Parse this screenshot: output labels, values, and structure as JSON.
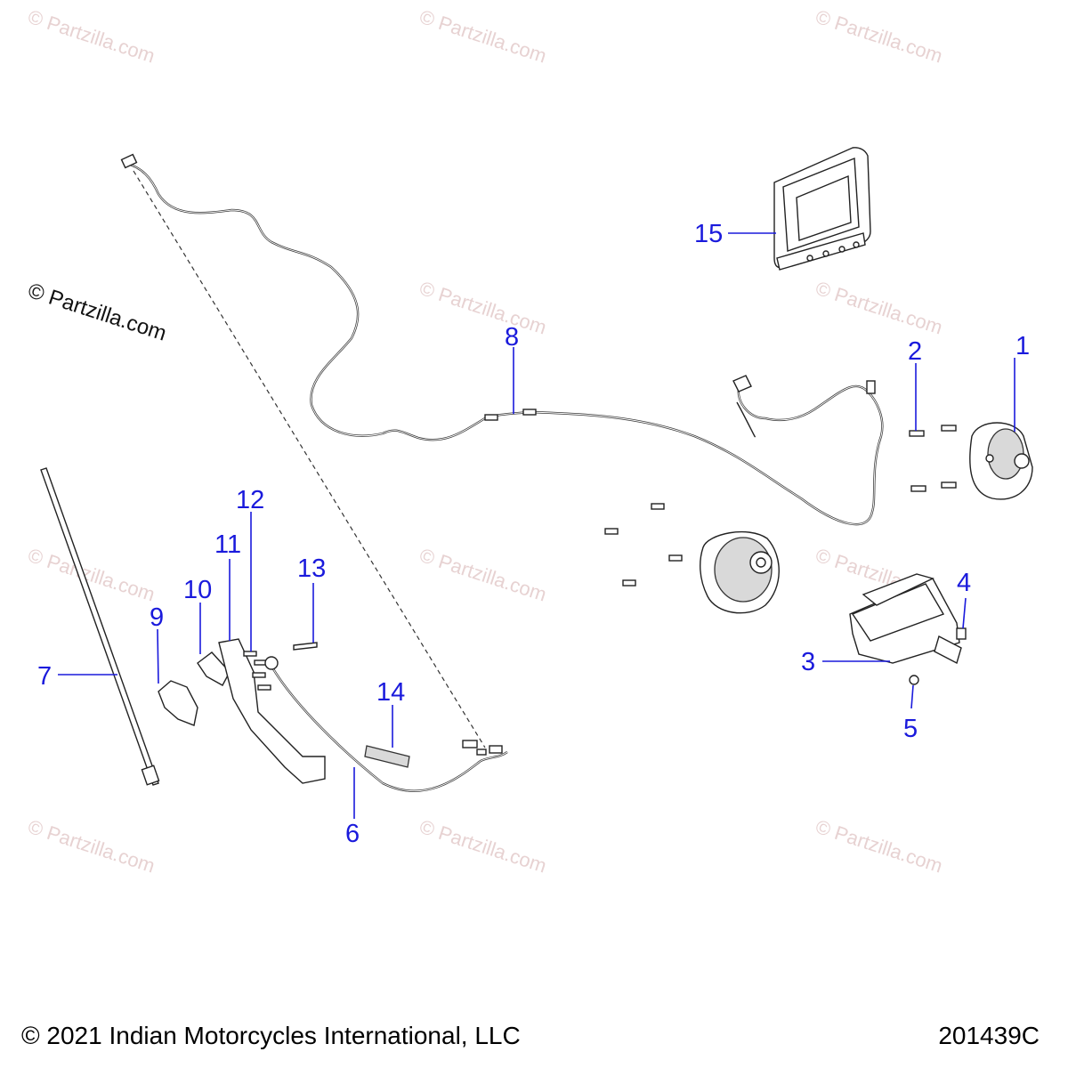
{
  "watermarks": {
    "main": "© Partzilla.com",
    "faint": "© Partzilla.com"
  },
  "callouts": {
    "c1": "1",
    "c2": "2",
    "c3": "3",
    "c4": "4",
    "c5": "5",
    "c6": "6",
    "c7": "7",
    "c8": "8",
    "c9": "9",
    "c10": "10",
    "c11": "11",
    "c12": "12",
    "c13": "13",
    "c14": "14",
    "c15": "15"
  },
  "footer": {
    "copyright": "© 2021 Indian Motorcycles International, LLC",
    "diagram_id": "201439C"
  },
  "colors": {
    "callout": "#1a1adc",
    "watermark": "#e7d2d2",
    "line_art": "#222222"
  }
}
